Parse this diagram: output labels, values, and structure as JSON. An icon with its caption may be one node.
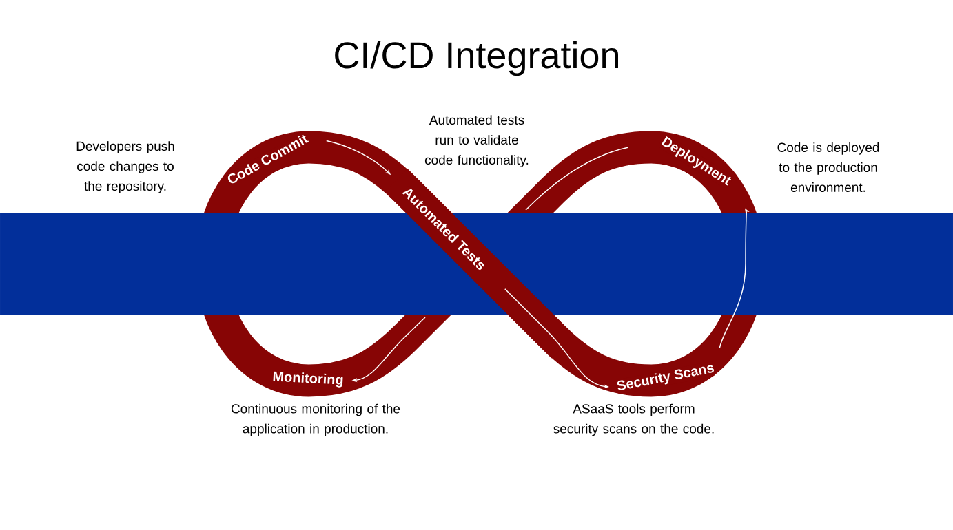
{
  "diagram": {
    "title": "CI/CD Integration",
    "nodes": [
      {
        "text": [
          "Code Commit"
        ]
      },
      {
        "text": [
          "Automated Tests"
        ]
      },
      {
        "text": [
          "Security Scans"
        ]
      },
      {
        "text": [
          "Deployment"
        ]
      },
      {
        "text": [
          "Monitoring"
        ]
      }
    ],
    "edges": [
      {
        "from": 0,
        "to": 1,
        "arrow": "to"
      },
      {
        "from": 1,
        "to": 2,
        "arrow": "to"
      },
      {
        "from": 2,
        "to": 3,
        "arrow": "to"
      },
      {
        "from": 3,
        "to": null,
        "arrow": "none"
      },
      {
        "from": null,
        "to": 4,
        "arrow": "to"
      }
    ],
    "labels": [
      "Automated tests run to validate code functionality.",
      "Developers push code changes to the repository.",
      "Code is deployed to the production environment.",
      "Continuous monitoring of the application in production.",
      "ASaaS tools perform security scans on the code."
    ]
  }
}
